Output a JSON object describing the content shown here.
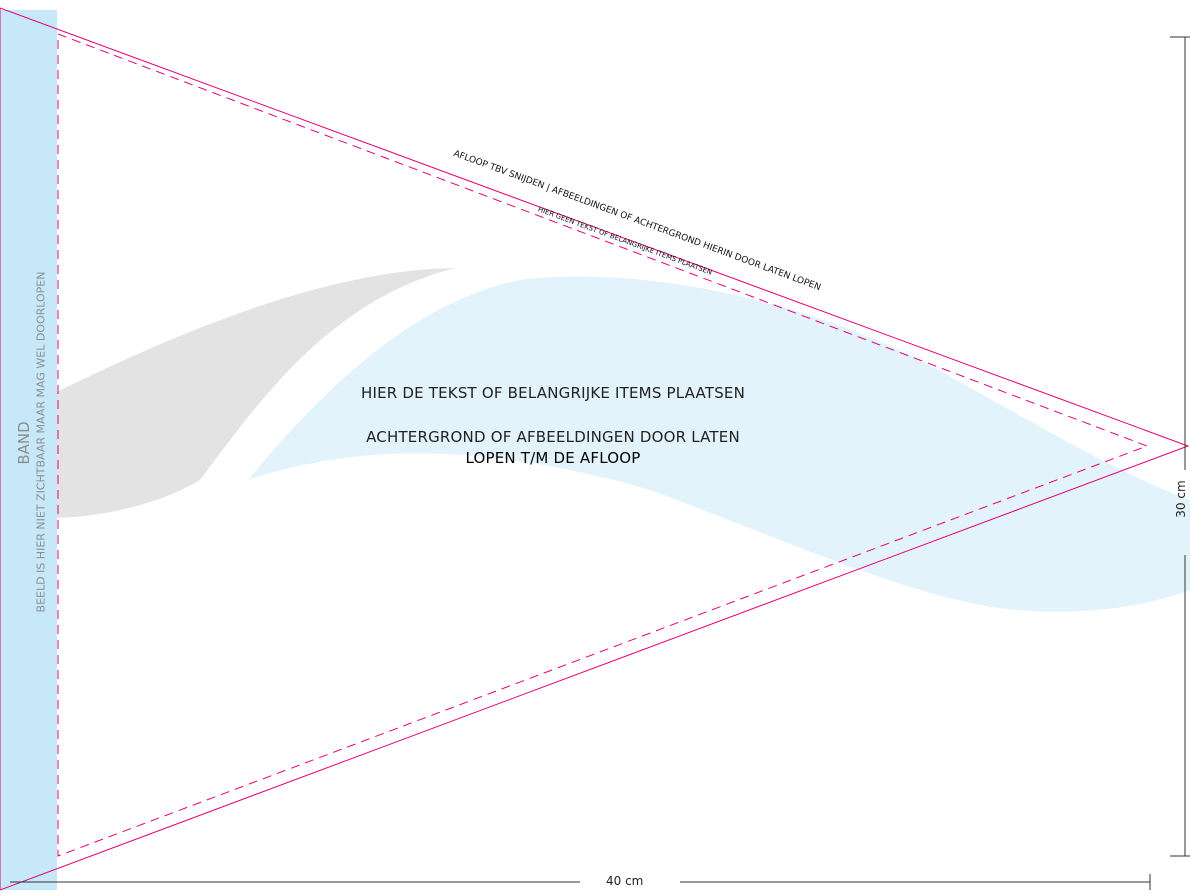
{
  "labels": {
    "band": "BAND",
    "band_note": "BEELD IS HIER NIET ZICHTBAAR MAAR MAG WEL DOORLOPEN",
    "bleed_note": "AFLOOP TBV SNIJDEN | AFBEELDINGEN OF ACHTERGROND HIERIN  DOOR LATEN LOPEN",
    "safe_note": "HIER GEEN TEKST OF BELANGRIJKE ITEMS PLAATSEN",
    "center_line1": "HIER DE TEKST OF BELANGRIJKE ITEMS PLAATSEN",
    "center_line2": "ACHTERGROND OF AFBEELDINGEN DOOR LATEN",
    "center_line3": "LOPEN T/M DE AFLOOP",
    "width_dim": "40 cm",
    "height_dim": "30 cm"
  },
  "colors": {
    "trim_line": "#e6007e",
    "band_fill": "#c6e8f8",
    "wave_blue": "#e2f3fb",
    "wave_grey": "#e3e3e3",
    "dimension_line": "#333333"
  }
}
